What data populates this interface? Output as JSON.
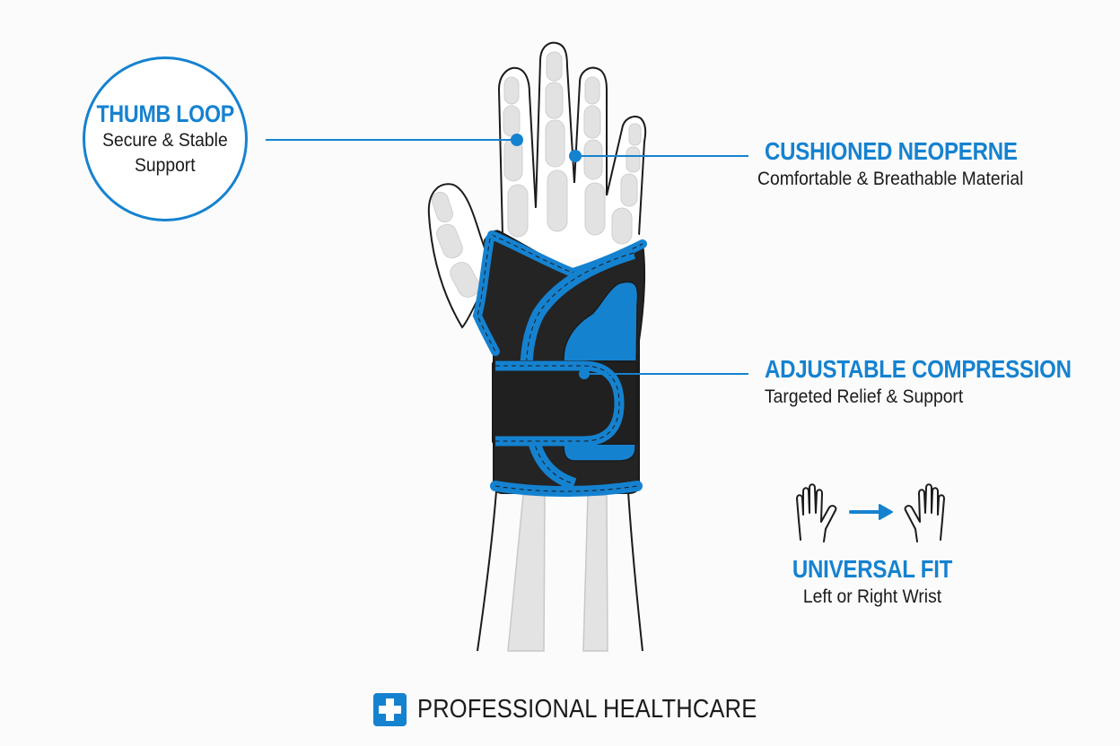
{
  "colors": {
    "accent": "#1582d0",
    "brace_black": "#242424",
    "bone_gray": "#e2e2e2",
    "outline": "#1b1b1b",
    "background": "#fbfbfb"
  },
  "callouts": {
    "thumb_loop": {
      "title": "THUMB LOOP",
      "line1": "Secure & Stable",
      "line2": "Support"
    },
    "neoprene": {
      "title": "CUSHIONED NEOPERNE",
      "subtitle": "Comfortable & Breathable Material"
    },
    "compression": {
      "title": "ADJUSTABLE COMPRESSION",
      "subtitle": "Targeted Relief & Support"
    },
    "universal_fit": {
      "title": "UNIVERSAL FIT",
      "subtitle": "Left or Right Wrist",
      "icons": [
        "left-hand-icon",
        "arrow-right-icon",
        "right-hand-icon"
      ]
    }
  },
  "footer": {
    "icon": "medical-cross-icon",
    "label": "PROFESSIONAL HEALTHCARE"
  }
}
